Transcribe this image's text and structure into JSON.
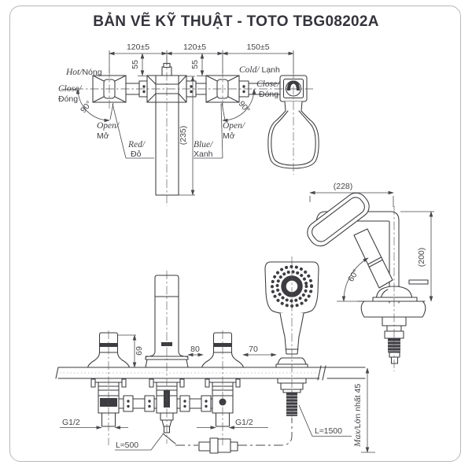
{
  "title": "BẢN VẼ KỸ THUẬT - TOTO TBG08202A",
  "colors": {
    "line": "#3a3a3e",
    "dim": "#48484c",
    "title": "#34343c",
    "frame": "#b8b8b8",
    "background": "#ffffff"
  },
  "top_view": {
    "dim_hot_to_spout": "120±5",
    "dim_spout_to_cold": "120±5",
    "dim_cold_to_holder": "150±5",
    "dim_55_left": "55",
    "dim_55_right": "55",
    "dim_spout_length": "(235)",
    "angle_left": "90°",
    "angle_right": "90°",
    "label_hot_en": "Hot/",
    "label_hot_vi": "Nóng",
    "label_cold_en": "Cold/",
    "label_cold_vi": " Lạnh",
    "label_close_left_en": "Close/",
    "label_close_left_vi": "Đóng",
    "label_close_right_en": "Close/",
    "label_close_right_vi": "Đóng",
    "label_open_left_en": "Open/",
    "label_open_left_vi": "Mở",
    "label_open_right_en": "Open/",
    "label_open_right_vi": "Mở",
    "label_red_en": "Red/",
    "label_red_vi": "Đỏ",
    "label_blue_en": "Blue/",
    "label_blue_vi": "Xanh"
  },
  "side_view": {
    "dim_spout_reach": "(228)",
    "dim_spout_height": "(200)",
    "angle_shower": "60°"
  },
  "front_view": {
    "dim_handle_height": "69",
    "dim_spout_to_handle": "80",
    "dim_handle_to_shower": "70",
    "thread_left": "G1/2",
    "thread_right": "G1/2",
    "hose_supply": "L≈500",
    "hose_shower": "L≈1500",
    "max_thickness_en": "Max/",
    "max_thickness_vi": "Lớn nhất  45"
  }
}
